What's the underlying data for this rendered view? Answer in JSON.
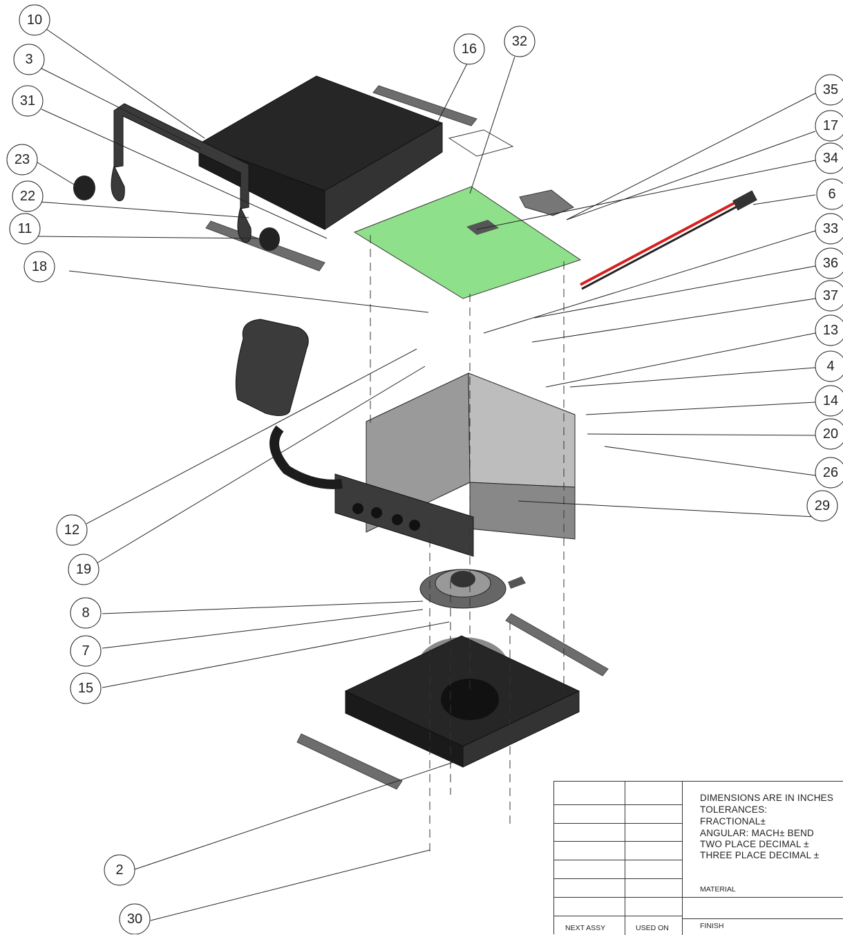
{
  "balloons": [
    {
      "label": "10"
    },
    {
      "label": "3"
    },
    {
      "label": "31"
    },
    {
      "label": "23"
    },
    {
      "label": "22"
    },
    {
      "label": "11"
    },
    {
      "label": "18"
    },
    {
      "label": "12"
    },
    {
      "label": "19"
    },
    {
      "label": "16"
    },
    {
      "label": "32"
    },
    {
      "label": "35"
    },
    {
      "label": "17"
    },
    {
      "label": "34"
    },
    {
      "label": "6"
    },
    {
      "label": "33"
    },
    {
      "label": "36"
    },
    {
      "label": "37"
    },
    {
      "label": "13"
    },
    {
      "label": "4"
    },
    {
      "label": "14"
    },
    {
      "label": "20"
    },
    {
      "label": "26"
    },
    {
      "label": "29"
    },
    {
      "label": "8"
    },
    {
      "label": "7"
    },
    {
      "label": "15"
    },
    {
      "label": "2"
    },
    {
      "label": "30"
    }
  ],
  "title_block": {
    "dimensions": "DIMENSIONS ARE IN INCHES",
    "tolerances": "TOLERANCES:",
    "fractional": "FRACTIONAL±",
    "angular": "ANGULAR: MACH±    BEND",
    "two_place": "TWO PLACE DECIMAL   ±",
    "three_place": "THREE PLACE DECIMAL  ±",
    "material": "MATERIAL",
    "finish": "FINISH",
    "next_assy": "NEXT ASSY",
    "used_on": "USED ON"
  },
  "colors": {
    "pcb": "#8fe08a",
    "sheet_metal": "#2b2b2b",
    "cable_red": "#d42020",
    "line": "#333333"
  }
}
